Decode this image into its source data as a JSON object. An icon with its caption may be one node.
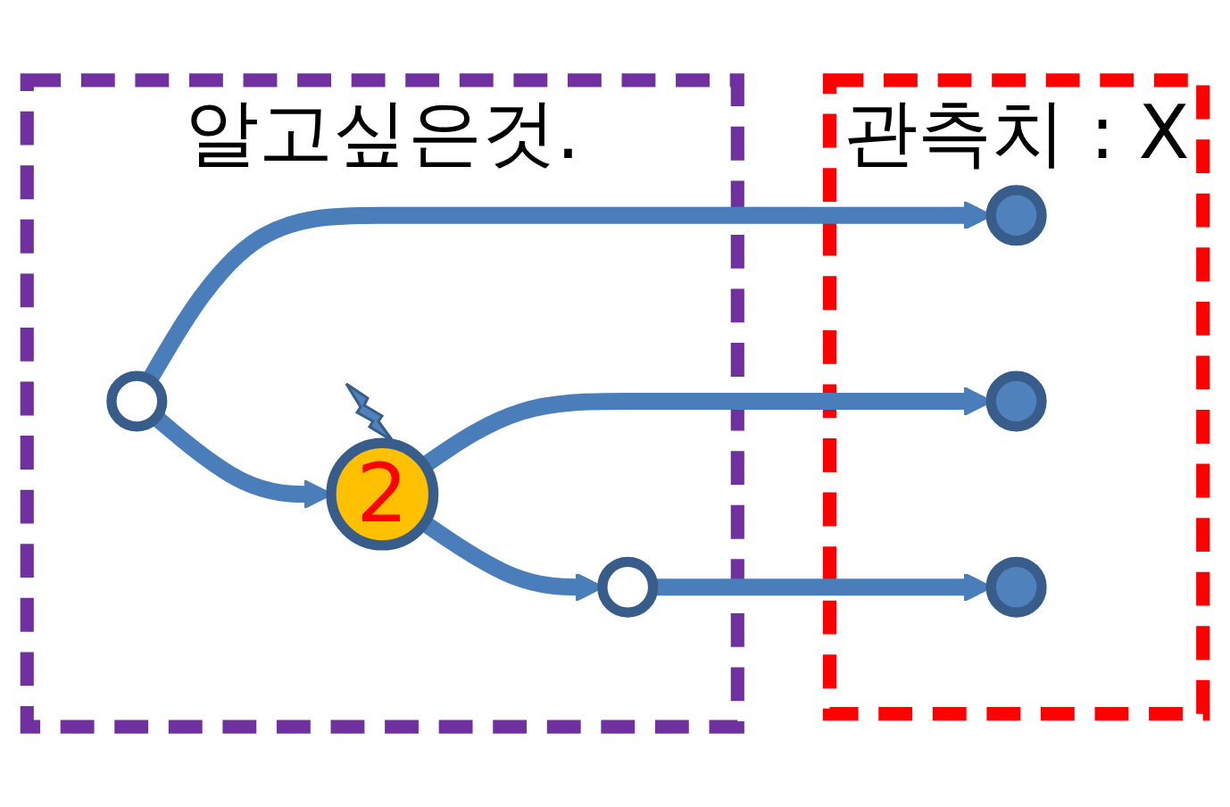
{
  "diagram": {
    "nodes": [
      {
        "text": [
          "알고싶은것."
        ]
      },
      {
        "text": [],
        "shape": "circle",
        "in": 0
      },
      {
        "text": [
          "2"
        ],
        "in": 0
      },
      {
        "text": [],
        "shape": "circle",
        "in": 0
      },
      {
        "text": [
          "관측치 : X"
        ]
      },
      {
        "text": [],
        "shape": "circle",
        "in": 4
      },
      {
        "text": [],
        "shape": "circle",
        "in": 4
      },
      {
        "text": [],
        "shape": "circle",
        "in": 4
      }
    ],
    "edges": [
      {
        "from": 1,
        "to": 2,
        "arrow": "to"
      },
      {
        "from": 2,
        "to": 3,
        "arrow": "to"
      },
      {
        "from": 1,
        "to": 5,
        "arrow": "to"
      },
      {
        "from": 2,
        "to": 6,
        "arrow": "to"
      },
      {
        "from": 3,
        "to": 7,
        "arrow": "to"
      }
    ]
  }
}
